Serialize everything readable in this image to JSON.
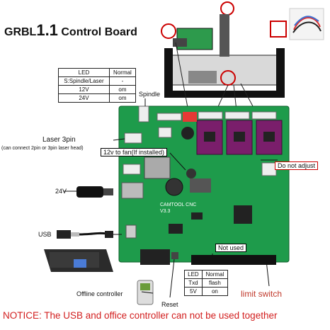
{
  "title": {
    "prefix": "GRBL",
    "version": "1.1",
    "suffix": "Control Board"
  },
  "led_table_top": {
    "headers": [
      "LED",
      "Normal"
    ],
    "rows": [
      [
        "S:Spindle/Laser",
        "-"
      ],
      [
        "12V",
        "om"
      ],
      [
        "24V",
        "om"
      ]
    ]
  },
  "labels": {
    "spindle": "Spindle",
    "laser": "Laser 3pin",
    "laser_note": "(can connect 2pin or 3pin laser head)",
    "fan": "12v to fan(If installed)",
    "do_not_adjust": "Do not adjust",
    "v24": "24V",
    "usb": "USB",
    "not_used": "Not used",
    "offline": "Offline controller",
    "reset": "Reset",
    "limit": "limit switch",
    "board_name": "CAMTOOL CNC",
    "board_ver": "V3.3"
  },
  "led_table_bottom": {
    "headers": [
      "LED",
      "Normal"
    ],
    "rows": [
      [
        "Txd",
        "flash"
      ],
      [
        "5V",
        "on"
      ]
    ]
  },
  "notice": "NOTICE: The USB and office controller can not be used together",
  "colors": {
    "board": "#1e9b4b",
    "notice": "#d21e1e",
    "driver": "#7a1e6b"
  }
}
